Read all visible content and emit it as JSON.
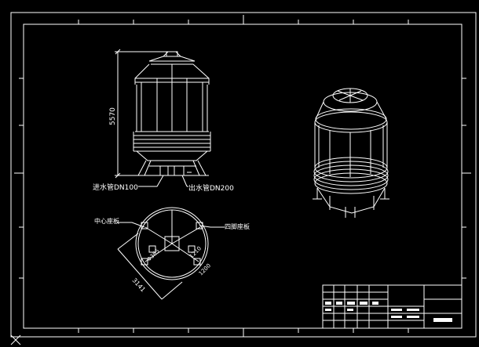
{
  "drawing": {
    "dimension_height": "5570",
    "inlet_label": "进水管DN100",
    "outlet_label": "出水管DN200",
    "center_seat_label": "中心座板",
    "peripheral_seat_label": "四脚座板",
    "dim_diagonal": "3141",
    "dim_inner_a": "Φ365",
    "dim_inner_b": "1210",
    "dim_inner_c": "1200"
  },
  "colors": {
    "background": "#000000",
    "line": "#ffffff"
  }
}
